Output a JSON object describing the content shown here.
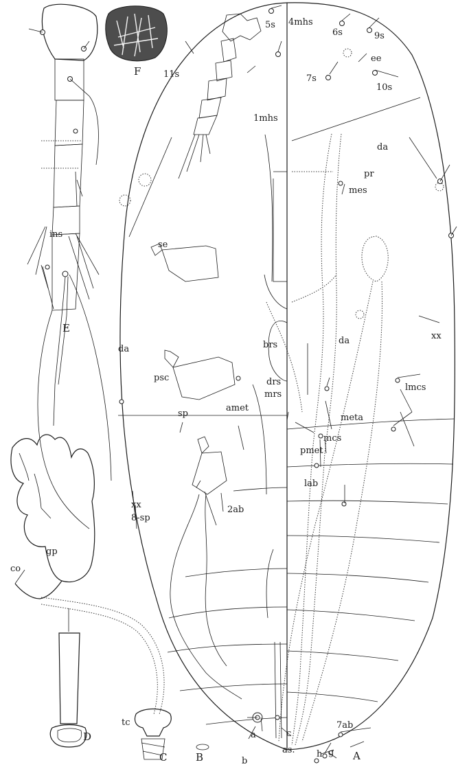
{
  "figure_labels": {
    "A": "A",
    "B": "B",
    "C": "C",
    "D": "D",
    "E": "E",
    "F": "F"
  },
  "labels": {
    "s5": "5s",
    "mhs4": "4mhs",
    "s6": "6s",
    "s9": "9s",
    "ee": "ee",
    "s7": "7s",
    "s10": "10s",
    "s11": "11s",
    "mhs1": "1mhs",
    "da_top": "da",
    "pr": "pr",
    "mes": "mes",
    "se": "se",
    "ins": "ins",
    "xx_right": "xx",
    "da_mid": "da",
    "brs": "brs",
    "da_left": "da",
    "psc": "psc",
    "drs": "drs",
    "mrs": "mrs",
    "lmcs": "lmcs",
    "meta": "meta",
    "mcs": "mcs",
    "sp": "sp",
    "amet": "amet",
    "pmet": "pmet",
    "lab": "lab",
    "xx_left": "xx",
    "sp8": "8-sp",
    "ab2": "2ab",
    "gp": "gp",
    "co": "co",
    "ab7": "7ab",
    "h": "h",
    "g": "g",
    "tc": "tc",
    "a": "a",
    "c": "c",
    "b": "b",
    "as": "as."
  }
}
